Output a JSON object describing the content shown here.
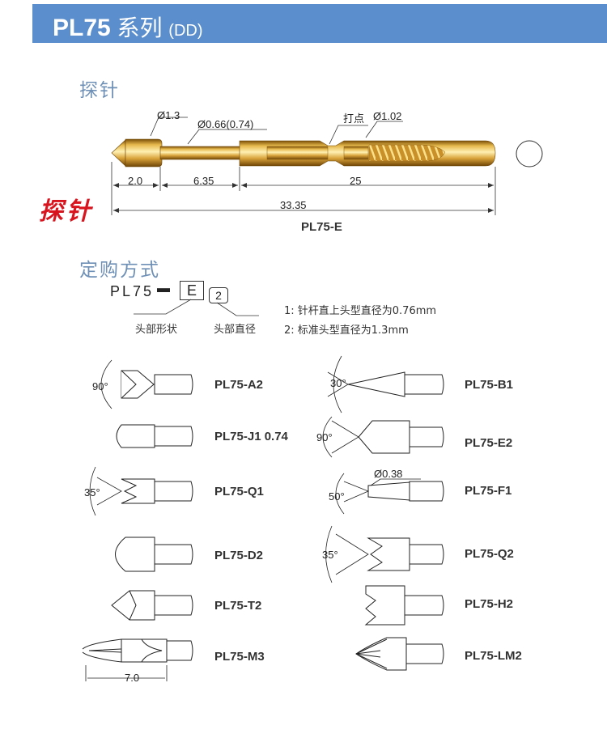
{
  "header": {
    "model": "PL75",
    "series": "系列",
    "suffix": "(DD)"
  },
  "section_probe": "探针",
  "red_label": "探针",
  "drawing": {
    "tip_dia": "Ø1.3",
    "shaft_dia": "Ø0.66(0.74)",
    "dimple": "打点",
    "barrel_dia": "Ø1.02",
    "len_tip": "2.0",
    "len_plunger": "6.35",
    "len_barrel": "25",
    "len_total": "33.35",
    "model": "PL75-E"
  },
  "section_order": "定购方式",
  "order": {
    "code": "PL75",
    "dash": "▬",
    "box1": "E",
    "box2": "2",
    "label1": "头部形状",
    "label2": "头部直径",
    "note1": "1: 针杆直上头型直径为0.76mm",
    "note2": "2: 标准头型直径为1.3mm"
  },
  "tips_left": [
    {
      "model": "PL75-A2",
      "angle": "90°"
    },
    {
      "model": "PL75-J1 0.74",
      "angle": ""
    },
    {
      "model": "PL75-Q1",
      "angle": "35°"
    },
    {
      "model": "PL75-D2",
      "angle": ""
    },
    {
      "model": "PL75-T2",
      "angle": ""
    },
    {
      "model": "PL75-M3",
      "angle": "",
      "dim": "7.0"
    }
  ],
  "tips_right": [
    {
      "model": "PL75-B1",
      "angle": "30°"
    },
    {
      "model": "PL75-E2",
      "angle": "90°"
    },
    {
      "model": "PL75-F1",
      "angle": "50°",
      "dim": "Ø0.38"
    },
    {
      "model": "PL75-Q2",
      "angle": "35°"
    },
    {
      "model": "PL75-H2",
      "angle": ""
    },
    {
      "model": "PL75-LM2",
      "angle": ""
    }
  ],
  "colors": {
    "header": "#5b8ecc",
    "section": "#6f90b6",
    "red": "#d8141e",
    "gold": "#d9a93a"
  }
}
